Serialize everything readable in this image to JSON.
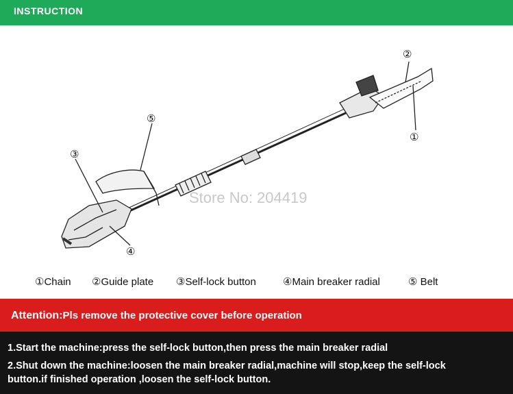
{
  "header": {
    "title": "INSTRUCTION",
    "color": "#1faa5a"
  },
  "illustration": {
    "callouts": [
      "①",
      "②",
      "③",
      "④",
      "⑤"
    ],
    "watermark": "Store No: 204419"
  },
  "parts": [
    {
      "label": "①Chain"
    },
    {
      "label": "②Guide plate"
    },
    {
      "label": "③Self-lock button"
    },
    {
      "label": "④Main breaker radial"
    },
    {
      "label": "⑤ Belt"
    }
  ],
  "attention": {
    "label": "Attention:",
    "text": "Pls remove the protective cover before operation",
    "color": "#d91d1d"
  },
  "steps": [
    {
      "text": "1.Start the machine:press the self-lock button,then press the main breaker radial"
    },
    {
      "text": "2.Shut down the machine:loosen the main breaker radial,machine will stop,keep the self-lock  button.if finished operation ,loosen the self-lock button."
    }
  ]
}
